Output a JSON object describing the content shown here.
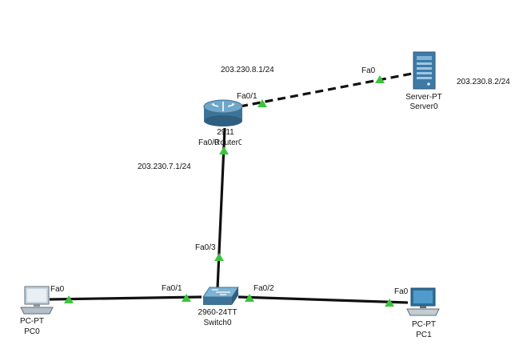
{
  "devices": {
    "router": {
      "model": "2911",
      "name": "Router0"
    },
    "server": {
      "model": "Server-PT",
      "name": "Server0"
    },
    "switch": {
      "model": "2960-24TT",
      "name": "Switch0"
    },
    "pc0": {
      "model": "PC-PT",
      "name": "PC0"
    },
    "pc1": {
      "model": "PC-PT",
      "name": "PC1"
    }
  },
  "ip_labels": {
    "router_fa01": "203.230.8.1/24",
    "server": "203.230.8.2/24",
    "router_fa00": "203.230.7.1/24"
  },
  "ports": {
    "router_fa01": "Fa0/1",
    "server_fa0": "Fa0",
    "router_fa00": "Fa0/0",
    "switch_fa03": "Fa0/3",
    "switch_fa01": "Fa0/1",
    "switch_fa02": "Fa0/2",
    "pc0_fa0": "Fa0",
    "pc1_fa0": "Fa0"
  },
  "links": [
    {
      "from": "Router0 Fa0/1",
      "to": "Server0 Fa0",
      "style": "dashed"
    },
    {
      "from": "Router0 Fa0/0",
      "to": "Switch0 Fa0/3",
      "style": "solid"
    },
    {
      "from": "Switch0 Fa0/1",
      "to": "PC0 Fa0",
      "style": "solid"
    },
    {
      "from": "Switch0 Fa0/2",
      "to": "PC1 Fa0",
      "style": "solid"
    }
  ],
  "colors": {
    "link": "#111111",
    "port_indicator": "#3cc43c",
    "router_body": "#4f86ab",
    "switch_body": "#5e93b3",
    "server_body": "#4d8ab8"
  }
}
